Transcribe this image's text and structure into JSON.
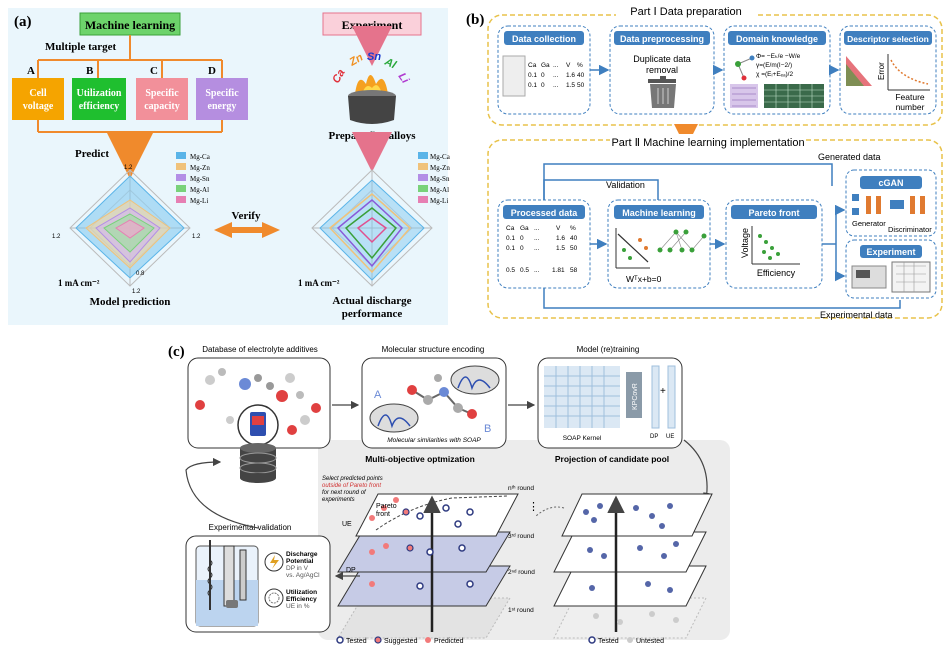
{
  "panel_a": {
    "label": "(a)",
    "ml_title": "Machine learning",
    "multiple_target": "Multiple target",
    "targets": [
      {
        "letter": "A",
        "line1": "Cell",
        "line2": "voltage",
        "color": "#f5a400"
      },
      {
        "letter": "B",
        "line1": "Utilization",
        "line2": "efficiency",
        "color": "#1fbf2f"
      },
      {
        "letter": "C",
        "line1": "Specific",
        "line2": "capacity",
        "color": "#f2909a"
      },
      {
        "letter": "D",
        "line1": "Specific",
        "line2": "energy",
        "color": "#b58ee0"
      }
    ],
    "predict": "Predict",
    "verify": "Verify",
    "experiment": "Experiment",
    "elements": [
      "Ca",
      "Zn",
      "Sn",
      "Al",
      "Li"
    ],
    "prepare": "Prepare five alloys",
    "legend": [
      "Mg-Ca",
      "Mg-Zn",
      "Mg-Sn",
      "Mg-Al",
      "Mg-Li"
    ],
    "legend_colors": [
      "#5ab4e8",
      "#f0c27a",
      "#b38ee6",
      "#79d27a",
      "#e67fb3"
    ],
    "radar_tick_top": "1.2",
    "radar_tick_left": "1.2",
    "radar_tick_right": "1.2",
    "radar_tick_bottom": "1.2",
    "radar_tick_mid": "0.8",
    "unit": "1 mA cm⁻²",
    "model_prediction": "Model prediction",
    "actual_1": "Actual discharge",
    "actual_2": "performance"
  },
  "panel_b": {
    "label": "(b)",
    "part1": "Part Ⅰ Data preparation",
    "part2": "Part Ⅱ Machine learning implementation",
    "data_collection": "Data collection",
    "data_preprocessing": "Data preprocessing",
    "duplicate_1": "Duplicate data",
    "duplicate_2": "removal",
    "domain_knowledge": "Domain knowledge",
    "formula_1": "Φ= −Eₖ/e  −W/e",
    "formula_2": "γ=(Ε/m(I−2/)",
    "formula_3": "χ =(Eᵢ+Eₑₐ)/2",
    "descriptor_selection": "Descriptor selection",
    "error": "Error",
    "feature_1": "Feature",
    "feature_2": "number",
    "table_header": [
      "Ca",
      "Ga",
      "...",
      "V",
      "%"
    ],
    "table_row1": [
      "0.1",
      "0",
      "...",
      "1.6",
      "40"
    ],
    "table_row2": [
      "0.1",
      "0",
      "...",
      "1.5",
      "50"
    ],
    "processed_data": "Processed data",
    "proc_row3": [
      "0.5",
      "0.5",
      "...",
      "1.81",
      "58"
    ],
    "machine_learning": "Machine learning",
    "ml_eq": "Wᵀx+b=0",
    "pareto_front": "Pareto front",
    "voltage": "Voltage",
    "efficiency": "Efficiency",
    "cgan": "cGAN",
    "generator": "Generator",
    "discriminator": "Discriminator",
    "experiment": "Experiment",
    "generated_data": "Generated data",
    "validation": "Validation",
    "experimental_data": "Experimental data"
  },
  "panel_c": {
    "label": "(c)",
    "database": "Database of electrolyte additives",
    "molecular": "Molecular structure encoding",
    "mol_sim": "Molecular similarities with SOAP",
    "point_a": "A",
    "point_b": "B",
    "model": "Model (re)training",
    "soap_kernel": "SOAP Kernel",
    "kpcovr": "KPCovR",
    "dp": "DP",
    "ue": "UE",
    "moo": "Multi-objective optmization",
    "projection": "Projection of candidate pool",
    "select_1": "Select predicted points",
    "select_2": "outside of Pareto front",
    "select_3": "for next round of",
    "select_4": "experiments",
    "pareto_front": "Pareto",
    "pareto_front2": "front",
    "ue_axis": "UE",
    "dp_axis": "DP",
    "round_n": "nᵗʰ round",
    "round_3": "3ʳᵈ round",
    "round_2": "2ⁿᵈ round",
    "round_1": "1ˢᵗ round",
    "dots": "⋮",
    "exp_validation": "Experimental validation",
    "discharge_1": "Discharge",
    "discharge_2": "Potential",
    "discharge_3": "DP in V",
    "discharge_4": "vs. Ag/AgCl",
    "util_1": "Utilization",
    "util_2": "Efficiency",
    "util_3": "UE in %",
    "legend_tested": "Tested",
    "legend_suggested": "Suggested",
    "legend_predicted": "Predicted",
    "legend_untested": "Untested"
  }
}
